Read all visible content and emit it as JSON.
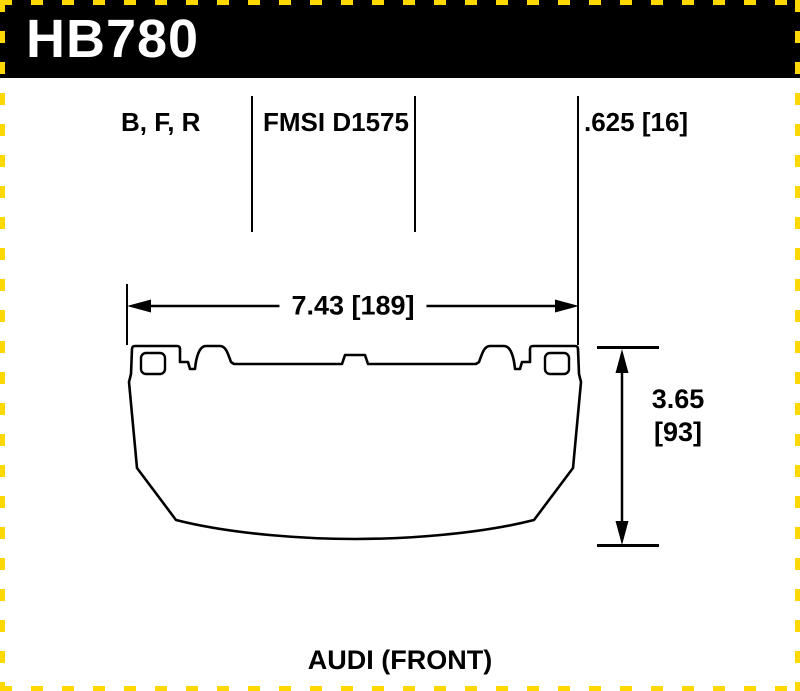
{
  "header": {
    "part_number": "HB780",
    "bg_color": "#000000",
    "text_color": "#FFFFFF"
  },
  "specs": {
    "compounds": "B, F, R",
    "fmsi": "FMSI D1575",
    "thickness": ".625 [16]"
  },
  "dimensions": {
    "width": "7.43 [189]",
    "height_value": "3.65",
    "height_mm": "[93]"
  },
  "caption": "AUDI (FRONT)",
  "colors": {
    "border_dash": "#FFD800",
    "line": "#000000",
    "background": "#FFFFFF"
  }
}
